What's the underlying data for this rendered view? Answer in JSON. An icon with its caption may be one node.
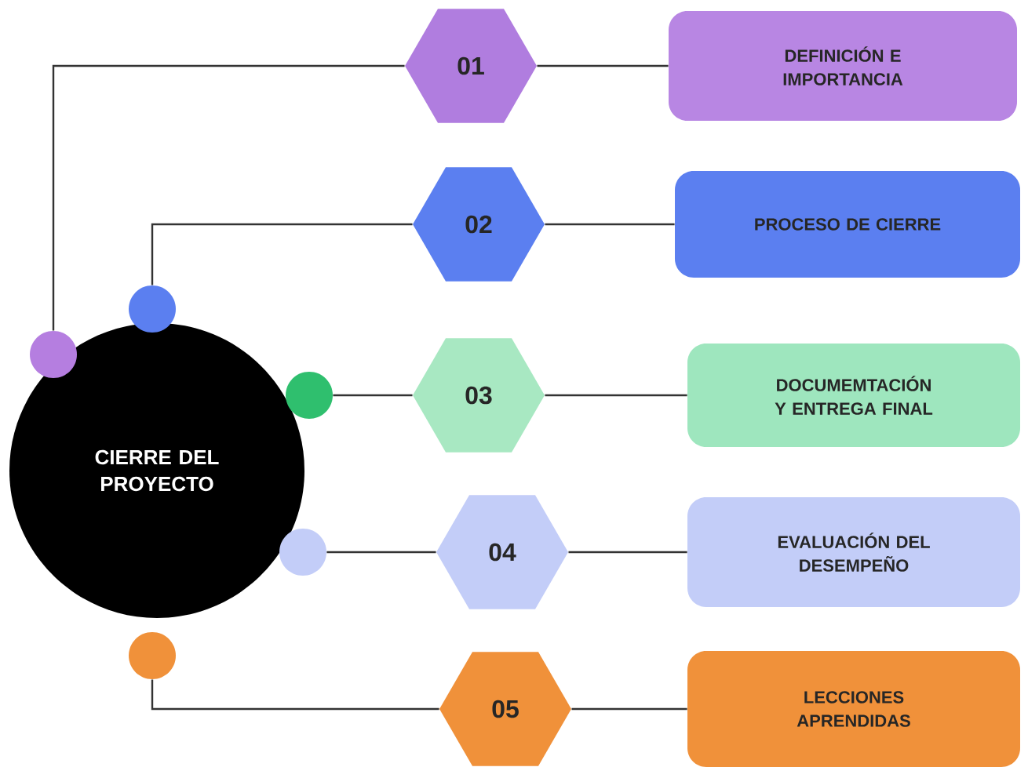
{
  "diagram": {
    "nodes": [
      {
        "text": [
          "CIERRE DEL PROYECTO"
        ]
      },
      {
        "text": [],
        "shape": "circle"
      },
      {
        "text": [
          "01"
        ]
      },
      {
        "text": [
          "DEFINICIÓN E IMPORTANCIA"
        ]
      },
      {
        "text": [],
        "shape": "circle"
      },
      {
        "text": [
          "02"
        ]
      },
      {
        "text": [
          "PROCESO DE CIERRE"
        ]
      },
      {
        "text": [],
        "shape": "circle"
      },
      {
        "text": [
          "03"
        ]
      },
      {
        "text": [
          "DOCUMEMTACIÓN Y ENTREGA FINAL"
        ]
      },
      {
        "text": [],
        "shape": "circle"
      },
      {
        "text": [
          "04"
        ]
      },
      {
        "text": [
          "EVALUACIÓN DEL DESEMPEÑO"
        ]
      },
      {
        "text": [],
        "shape": "circle"
      },
      {
        "text": [
          "05"
        ]
      },
      {
        "text": [
          "LECCIONES APRENDIDAS"
        ]
      }
    ],
    "edges": [
      {
        "from": 1,
        "to": 2,
        "arrow": "none"
      },
      {
        "from": 2,
        "to": 3,
        "arrow": "none"
      },
      {
        "from": 4,
        "to": 5,
        "arrow": "none"
      },
      {
        "from": 5,
        "to": 6,
        "arrow": "none"
      },
      {
        "from": 7,
        "to": 8,
        "arrow": "none"
      },
      {
        "from": 8,
        "to": 9,
        "arrow": "none"
      },
      {
        "from": 10,
        "to": 11,
        "arrow": "none"
      },
      {
        "from": 11,
        "to": 12,
        "arrow": "none"
      },
      {
        "from": 13,
        "to": 14,
        "arrow": "none"
      },
      {
        "from": 14,
        "to": 15,
        "arrow": "none"
      }
    ]
  }
}
